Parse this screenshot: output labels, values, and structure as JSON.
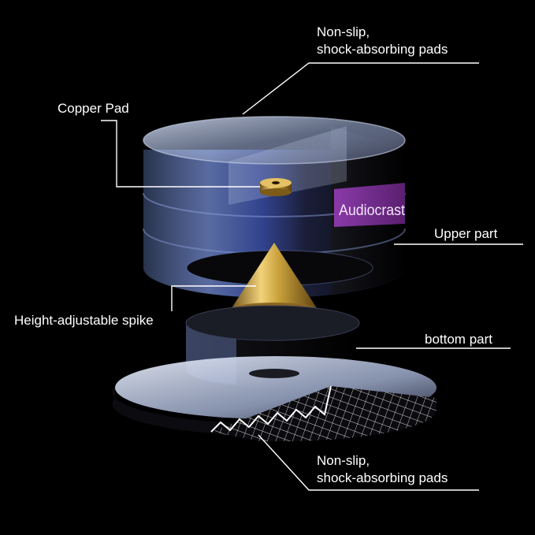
{
  "labels": {
    "top_pads_line1": "Non-slip,",
    "top_pads_line2": "shock-absorbing pads",
    "copper_pad": "Copper Pad",
    "upper_part": "Upper part",
    "spike": "Height-adjustable spike",
    "bottom_part": "bottom part",
    "bottom_pads_line1": "Non-slip,",
    "bottom_pads_line2": "shock-absorbing pads"
  },
  "brand_text": "Audiocrast",
  "colors": {
    "background": "#000000",
    "text": "#ffffff",
    "brand_band": "#6b2a86",
    "gold": "#c9a13b"
  }
}
